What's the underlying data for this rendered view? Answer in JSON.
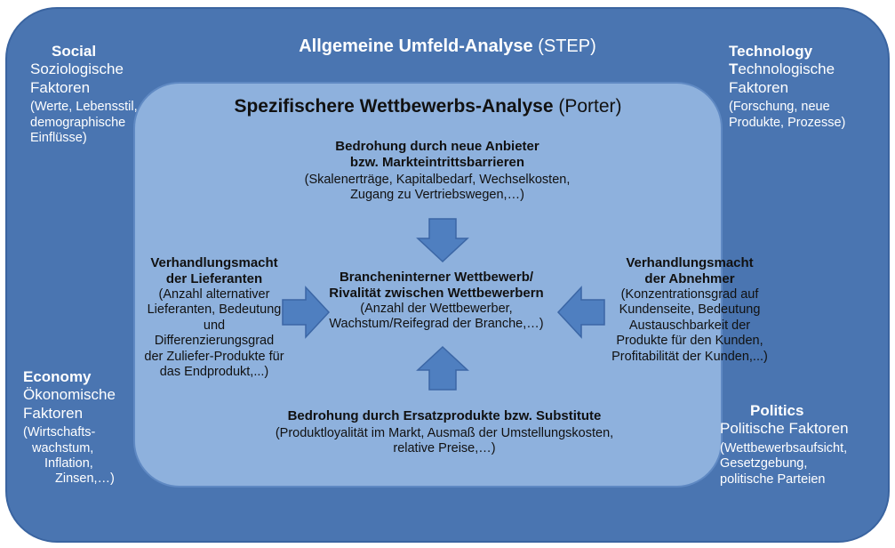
{
  "outer": {
    "title_bold": "Allgemeine Umfeld-Analyse",
    "title_rest": " (STEP)"
  },
  "inner": {
    "title_bold": "Spezifischere Wettbewerbs-Analyse",
    "title_rest": " (Porter)"
  },
  "social": {
    "heading": "Social",
    "line1": "Soziologische",
    "line2": "Faktoren",
    "detail1": "(Werte, Lebensstil,",
    "detail2": "demographische",
    "detail3": "Einflüsse)"
  },
  "technology": {
    "heading_rest": "Technology",
    "line1_first": "T",
    "line1_rest": "echnologische",
    "line2": "Faktoren",
    "detail1": "(Forschung, neue",
    "detail2": "Produkte, Prozesse)"
  },
  "economy": {
    "heading": "Economy",
    "line1": "Ökonomische",
    "line2": "Faktoren",
    "detail1": "(Wirtschafts-",
    "detail2": "wachstum,",
    "detail3": "Inflation,",
    "detail4": "Zinsen,…)"
  },
  "politics": {
    "heading": "Politics",
    "line1": "Politische Faktoren",
    "detail1": "(Wettbewerbsaufsicht,",
    "detail2": "Gesetzgebung,",
    "detail3": "politische Parteien"
  },
  "new_entrants": {
    "title1": "Bedrohung durch neue Anbieter",
    "title2": "bzw. Markteintrittsbarrieren",
    "detail1": "(Skalenerträge, Kapitalbedarf, Wechselkosten,",
    "detail2": "Zugang zu Vertriebswegen,…)"
  },
  "suppliers": {
    "title1": "Verhandlungsmacht",
    "title2": "der Lieferanten",
    "detail1": "(Anzahl alternativer",
    "detail2": "Lieferanten, Bedeutung",
    "detail3": "und",
    "detail4": "Differenzierungsgrad",
    "detail5": "der Zuliefer-Produkte für",
    "detail6": "das Endprodukt,...)"
  },
  "rivalry": {
    "title1": "Brancheninterner Wettbewerb/",
    "title2": "Rivalität zwischen Wettbewerbern",
    "detail1": "(Anzahl der Wettbewerber,",
    "detail2": "Wachstum/Reifegrad der Branche,…)"
  },
  "buyers": {
    "title1": "Verhandlungsmacht",
    "title2": "der Abnehmer",
    "detail1": "(Konzentrationsgrad auf",
    "detail2": "Kundenseite, Bedeutung",
    "detail3": "Austauschbarkeit der",
    "detail4": "Produkte für den Kunden,",
    "detail5": "Profitabilität der Kunden,...)"
  },
  "substitutes": {
    "title1": "Bedrohung durch Ersatzprodukte bzw. Substitute",
    "detail1": "(Produktloyalität im Markt, Ausmaß der Umstellungskosten,",
    "detail2": "relative Preise,…)"
  },
  "colors": {
    "outer_fill": "#4a75b1",
    "inner_fill": "#8eb1dd",
    "arrow_fill": "#4f7fc0"
  }
}
